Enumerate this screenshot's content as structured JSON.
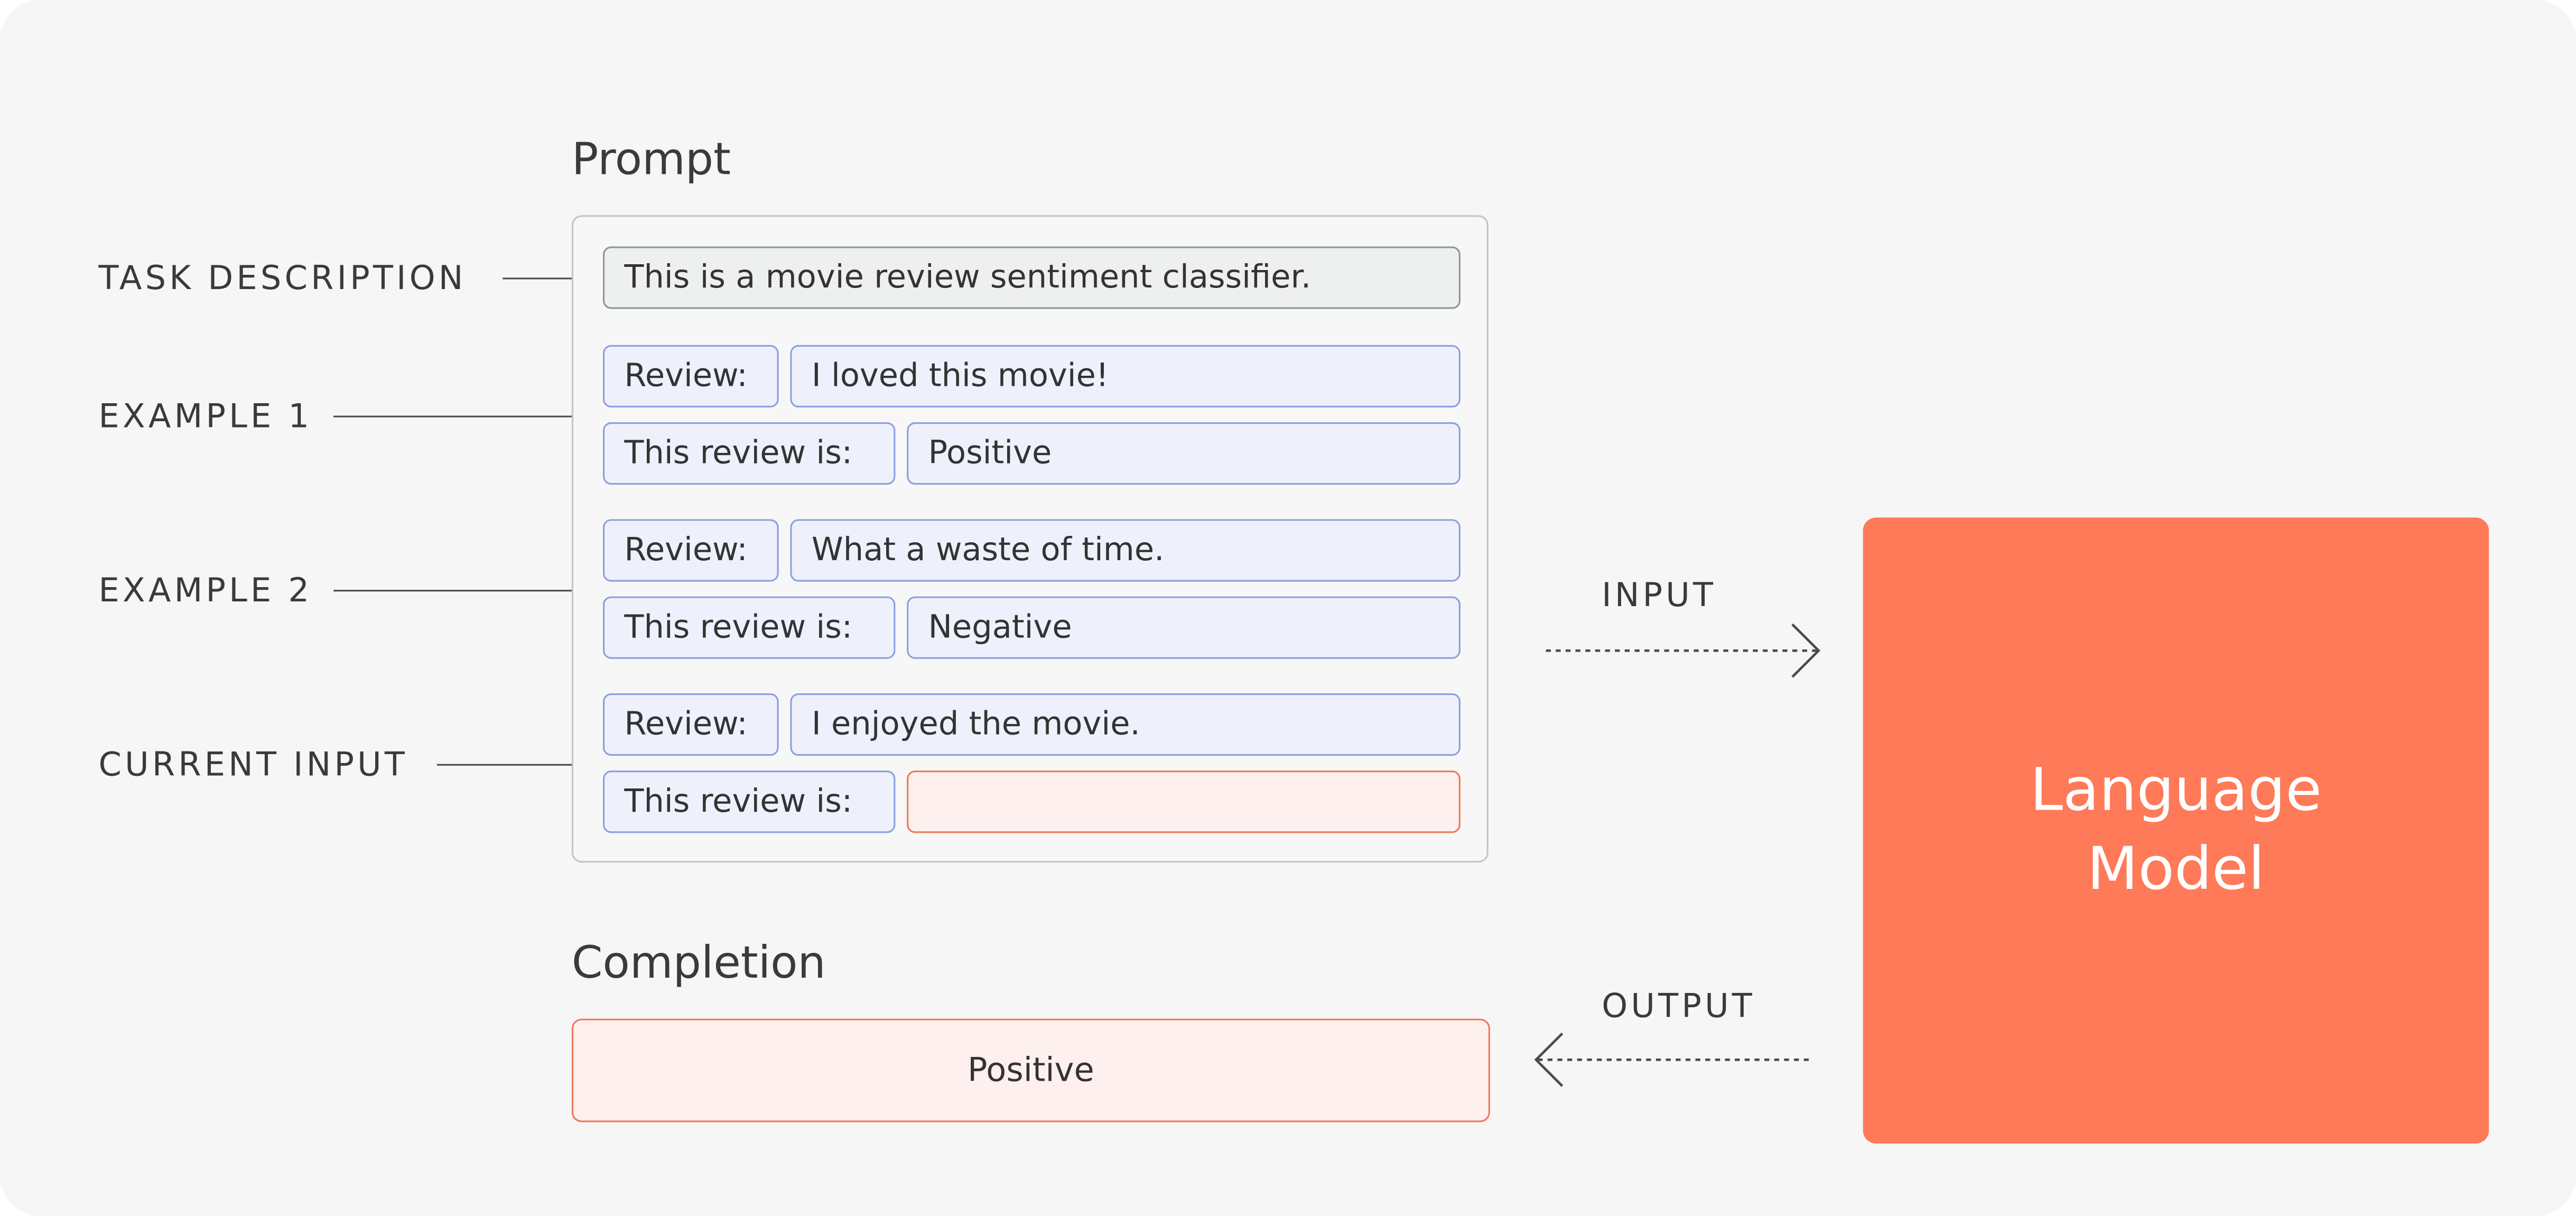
{
  "prompt": {
    "heading": "Prompt",
    "task_description": "This is a movie review sentiment classifier.",
    "examples": [
      {
        "review_label": "Review:",
        "review_text": "I loved this movie!",
        "verdict_label": "This review is:",
        "verdict_text": "Positive"
      },
      {
        "review_label": "Review:",
        "review_text": "What a waste of time.",
        "verdict_label": "This review is:",
        "verdict_text": "Negative"
      }
    ],
    "current_input": {
      "review_label": "Review:",
      "review_text": "I enjoyed the movie.",
      "verdict_label": "This review is:",
      "verdict_text": ""
    }
  },
  "side_labels": {
    "task_description": "TASK DESCRIPTION",
    "example_1": "EXAMPLE 1",
    "example_2": "EXAMPLE 2",
    "current_input": "CURRENT INPUT"
  },
  "arrows": {
    "input": "INPUT",
    "output": "OUTPUT"
  },
  "model": {
    "label": "Language\nModel"
  },
  "completion": {
    "heading": "Completion",
    "value": "Positive"
  },
  "colors": {
    "background": "#f6f6f6",
    "model_fill": "#ff7a58",
    "cell_border": "#8a9fe0",
    "cell_fill": "#eef1fb",
    "highlight_border": "#f0785a",
    "highlight_fill": "#fdf0ee"
  }
}
